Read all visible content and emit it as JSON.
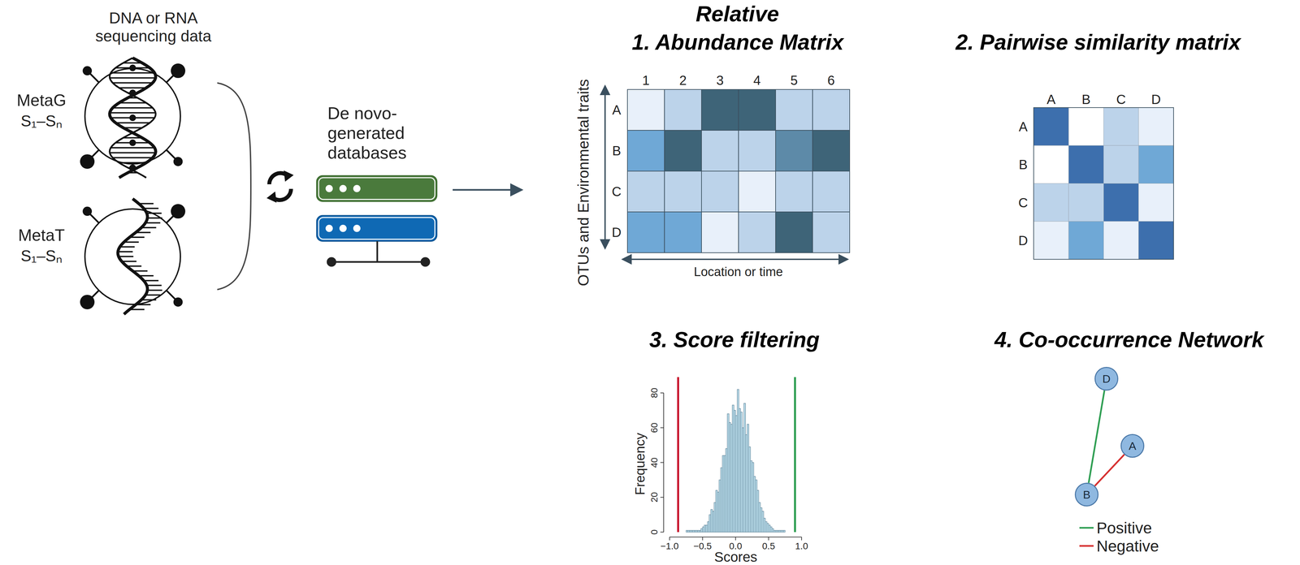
{
  "diagram": {
    "nodes": [
      {
        "text": [
          "D"
        ]
      },
      {
        "text": [
          "A"
        ]
      },
      {
        "text": [
          "B"
        ]
      }
    ],
    "edges": [
      {
        "from": 0,
        "to": 2,
        "arrow": "none"
      },
      {
        "from": 1,
        "to": 2,
        "arrow": "none"
      }
    ],
    "labels": [
      "DNA or RNA sequencing data",
      "MetaG",
      "S₁–Sₙ",
      "MetaT",
      "S₁–Sₙ",
      "De novo-generated databases",
      "Relative",
      "1. Abundance Matrix",
      "2. Pairwise similarity matrix",
      "OTUs and Environmental traits",
      "1",
      "2",
      "3",
      "4",
      "5",
      "6",
      "A",
      "B",
      "C",
      "D",
      "Location or time",
      "A",
      "B",
      "C",
      "D",
      "A",
      "B",
      "C",
      "D",
      "3. Score filtering",
      "4. Co-occurrence Network",
      "−1.0",
      "−0.5",
      "0.0",
      "0.5",
      "1.0",
      "0",
      "20",
      "40",
      "60",
      "80",
      "Frequency",
      "Scores"
    ],
    "legend": [
      {
        "text": "Positive"
      },
      {
        "text": "Negative"
      }
    ]
  }
}
